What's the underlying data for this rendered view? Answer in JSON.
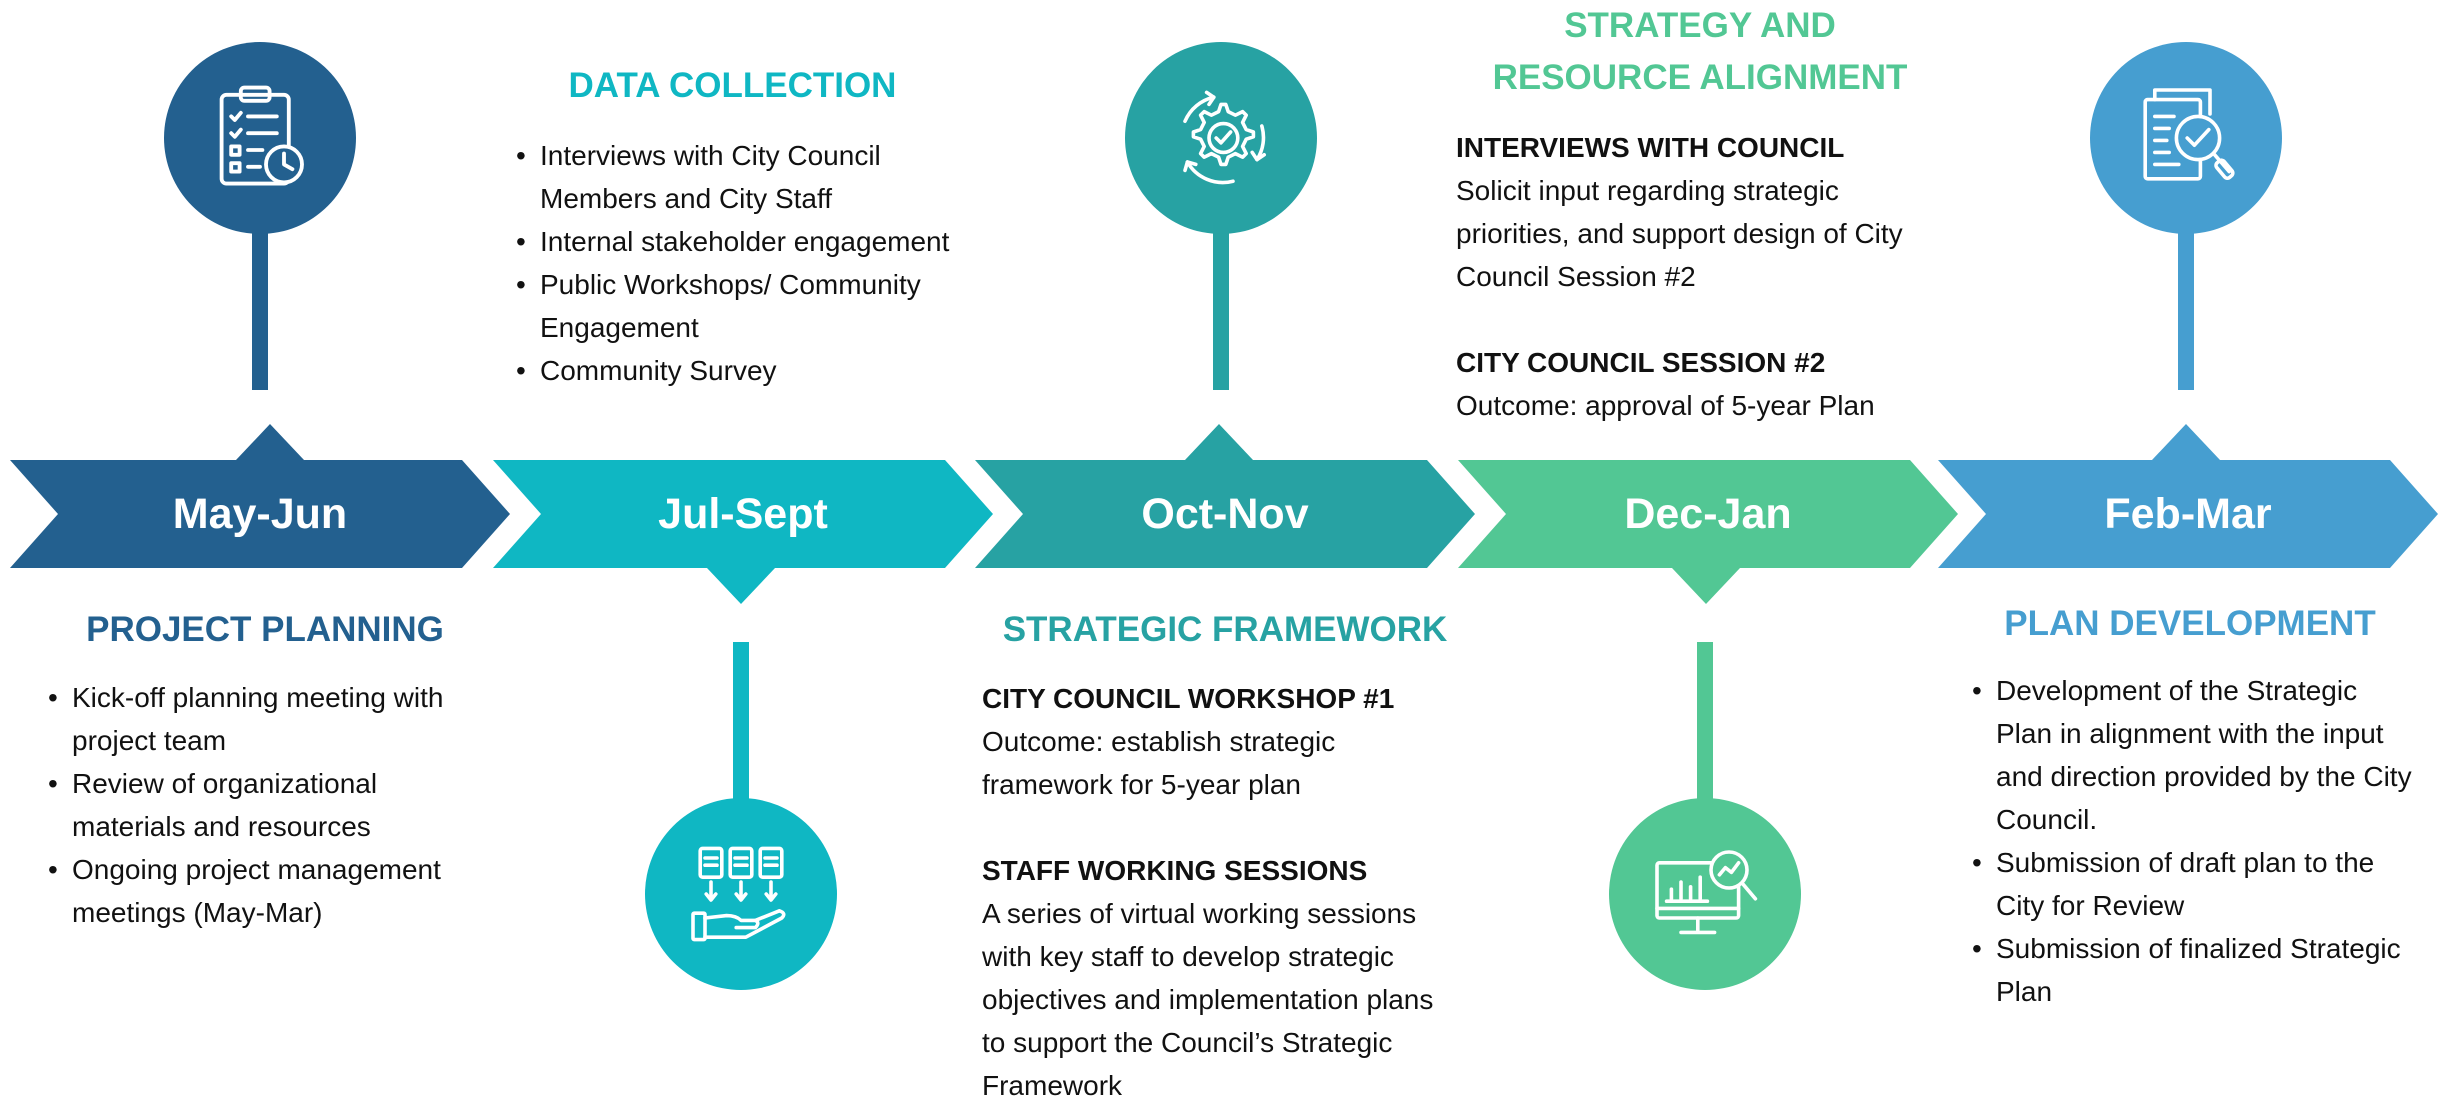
{
  "colors": {
    "phase1": "#23608f",
    "phase2": "#0fb7c3",
    "phase3": "#27a2a3",
    "phase4": "#52c794",
    "phase5": "#469ed0"
  },
  "phases": [
    {
      "label": "May-Jun",
      "icon": "checklist-clock-icon"
    },
    {
      "label": "Jul-Sept",
      "icon": "documents-hand-icon"
    },
    {
      "label": "Oct-Nov",
      "icon": "gear-cycle-check-icon"
    },
    {
      "label": "Dec-Jan",
      "icon": "monitor-chart-magnifier-icon"
    },
    {
      "label": "Feb-Mar",
      "icon": "document-check-magnifier-icon"
    }
  ],
  "project_planning": {
    "heading": "PROJECT PLANNING",
    "items": [
      "Kick-off planning meeting with project team",
      "Review of organizational materials and resources",
      "Ongoing project management meetings (May-Mar)"
    ]
  },
  "data_collection": {
    "heading": "DATA COLLECTION",
    "items": [
      "Interviews with City Council Members and City Staff",
      "Internal stakeholder engagement",
      "Public Workshops/ Community Engagement",
      "Community Survey"
    ]
  },
  "strategic_framework": {
    "heading": "STRATEGIC FRAMEWORK",
    "sections": [
      {
        "title": "CITY COUNCIL WORKSHOP #1",
        "text": "Outcome: establish strategic framework for 5-year plan"
      },
      {
        "title": "STAFF WORKING SESSIONS",
        "text": "A series of virtual working sessions with key staff to develop strategic objectives and implementation plans to support the Council’s Strategic Framework"
      }
    ]
  },
  "strategy_alignment": {
    "heading_line1": "STRATEGY AND",
    "heading_line2": "RESOURCE ALIGNMENT",
    "sections": [
      {
        "title": "INTERVIEWS WITH COUNCIL",
        "text": "Solicit input regarding strategic priorities, and support design of City Council Session #2"
      },
      {
        "title": "CITY COUNCIL SESSION #2",
        "text": "Outcome: approval of 5-year Plan"
      }
    ]
  },
  "plan_development": {
    "heading": "PLAN DEVELOPMENT",
    "items": [
      "Development of the Strategic Plan in alignment with the input and direction provided by the City Council.",
      "Submission of draft plan to the City for Review",
      "Submission of finalized Strategic Plan"
    ]
  }
}
